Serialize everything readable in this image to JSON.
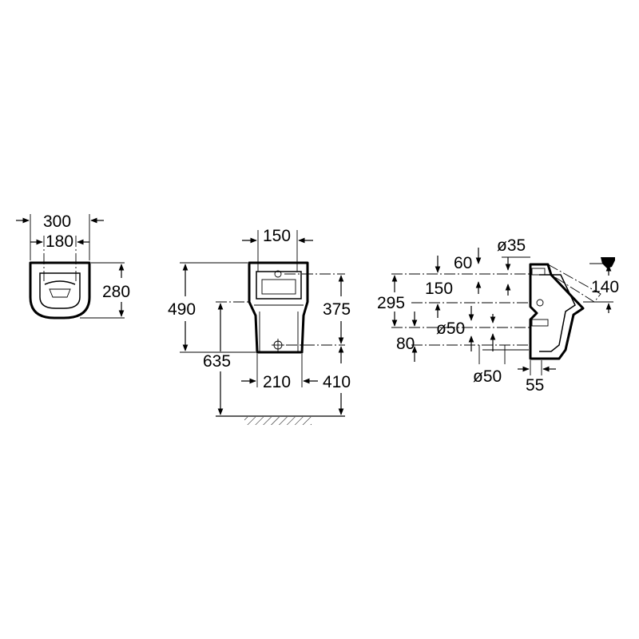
{
  "views": {
    "top": {
      "dim_300": "300",
      "dim_180": "180",
      "dim_280": "280"
    },
    "front": {
      "dim_150": "150",
      "dim_490": "490",
      "dim_375": "375",
      "dim_635": "635",
      "dim_210": "210",
      "dim_410": "410"
    },
    "side": {
      "dim_60": "60",
      "dim_d35": "ø35",
      "dim_150": "150",
      "dim_140": "140",
      "dim_295": "295",
      "dim_d50_a": "ø50",
      "dim_80": "80",
      "dim_d50_b": "ø50",
      "dim_55": "55"
    }
  }
}
